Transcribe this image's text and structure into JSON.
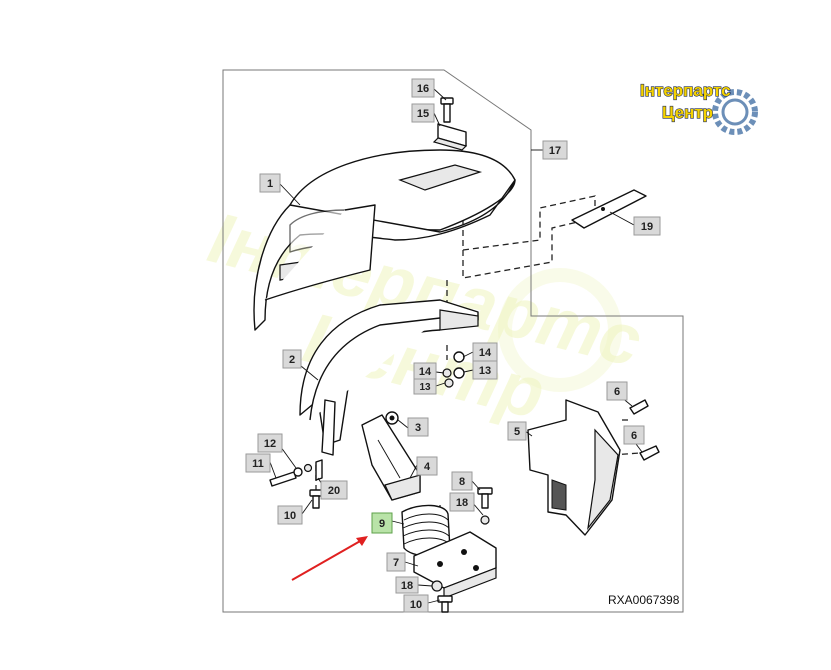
{
  "logo": {
    "line1": "Інтерпартс",
    "line2": "Центр",
    "colors": {
      "text": "#f5d200",
      "outline": "#1d2a55",
      "gear": "#6c8fb8"
    }
  },
  "watermark": {
    "line1": "Інтерпартс",
    "line2": "Центр"
  },
  "reference_code": "RXA0067398",
  "highlight_color": "#b9e3a8",
  "arrow_color": "#e02020",
  "callouts": [
    {
      "id": "c16",
      "label": "16"
    },
    {
      "id": "c15",
      "label": "15"
    },
    {
      "id": "c17",
      "label": "17"
    },
    {
      "id": "c1",
      "label": "1"
    },
    {
      "id": "c19",
      "label": "19"
    },
    {
      "id": "c2",
      "label": "2"
    },
    {
      "id": "c14a",
      "label": "14"
    },
    {
      "id": "c14b",
      "label": "14"
    },
    {
      "id": "c13a",
      "label": "13"
    },
    {
      "id": "c13b",
      "label": "13"
    },
    {
      "id": "c6a",
      "label": "6"
    },
    {
      "id": "c6b",
      "label": "6"
    },
    {
      "id": "c3",
      "label": "3"
    },
    {
      "id": "c5",
      "label": "5"
    },
    {
      "id": "c12",
      "label": "12"
    },
    {
      "id": "c11",
      "label": "11"
    },
    {
      "id": "c4",
      "label": "4"
    },
    {
      "id": "c20",
      "label": "20"
    },
    {
      "id": "c8",
      "label": "8"
    },
    {
      "id": "c18a",
      "label": "18"
    },
    {
      "id": "c10a",
      "label": "10"
    },
    {
      "id": "c9",
      "label": "9",
      "highlighted": true
    },
    {
      "id": "c7",
      "label": "7"
    },
    {
      "id": "c18b",
      "label": "18"
    },
    {
      "id": "c10b",
      "label": "10"
    }
  ]
}
